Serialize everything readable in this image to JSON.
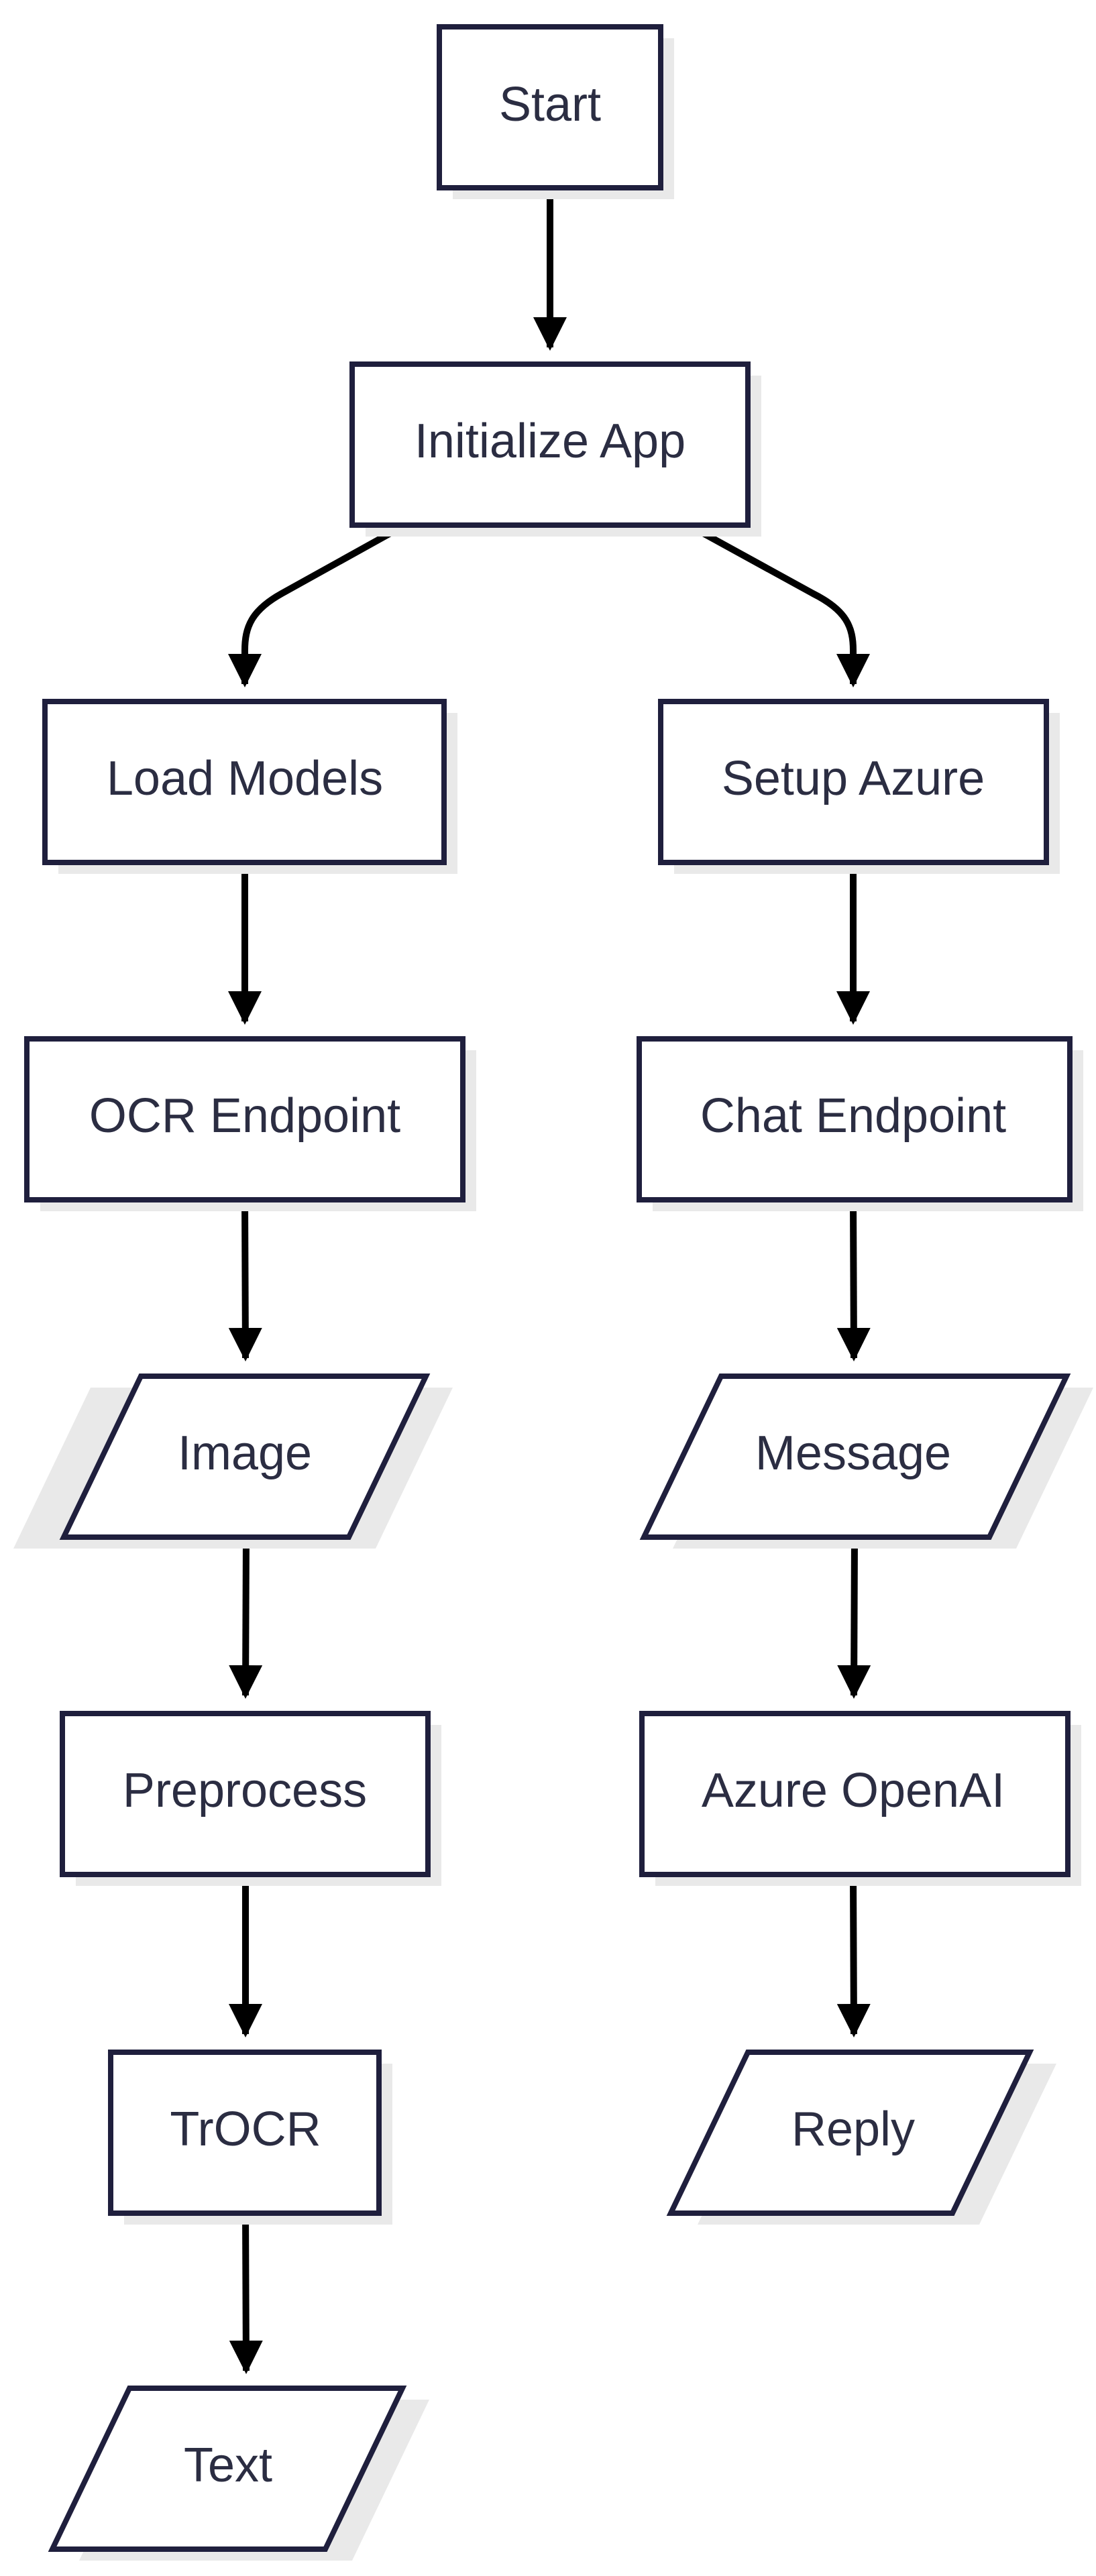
{
  "diagram": {
    "type": "flowchart",
    "colors": {
      "stroke": "#1f1f3d",
      "shadow": "#e9e9e9",
      "text": "#2b2d42",
      "fill": "#ffffff"
    },
    "nodes": {
      "start": {
        "label": "Start",
        "shape": "rectangle"
      },
      "init": {
        "label": "Initialize App",
        "shape": "rectangle"
      },
      "load": {
        "label": "Load Models",
        "shape": "rectangle"
      },
      "azure": {
        "label": "Setup Azure",
        "shape": "rectangle"
      },
      "ocr": {
        "label": "OCR Endpoint",
        "shape": "rectangle"
      },
      "chat": {
        "label": "Chat Endpoint",
        "shape": "rectangle"
      },
      "image": {
        "label": "Image",
        "shape": "parallelogram"
      },
      "message": {
        "label": "Message",
        "shape": "parallelogram"
      },
      "pre": {
        "label": "Preprocess",
        "shape": "rectangle"
      },
      "openai": {
        "label": "Azure OpenAI",
        "shape": "rectangle"
      },
      "trocr": {
        "label": "TrOCR",
        "shape": "rectangle"
      },
      "reply": {
        "label": "Reply",
        "shape": "parallelogram"
      },
      "text": {
        "label": "Text",
        "shape": "parallelogram"
      }
    },
    "edges": [
      {
        "from": "start",
        "to": "init"
      },
      {
        "from": "init",
        "to": "load"
      },
      {
        "from": "init",
        "to": "azure"
      },
      {
        "from": "load",
        "to": "ocr"
      },
      {
        "from": "azure",
        "to": "chat"
      },
      {
        "from": "ocr",
        "to": "image"
      },
      {
        "from": "chat",
        "to": "message"
      },
      {
        "from": "image",
        "to": "pre"
      },
      {
        "from": "message",
        "to": "openai"
      },
      {
        "from": "pre",
        "to": "trocr"
      },
      {
        "from": "openai",
        "to": "reply"
      },
      {
        "from": "trocr",
        "to": "text"
      }
    ]
  }
}
